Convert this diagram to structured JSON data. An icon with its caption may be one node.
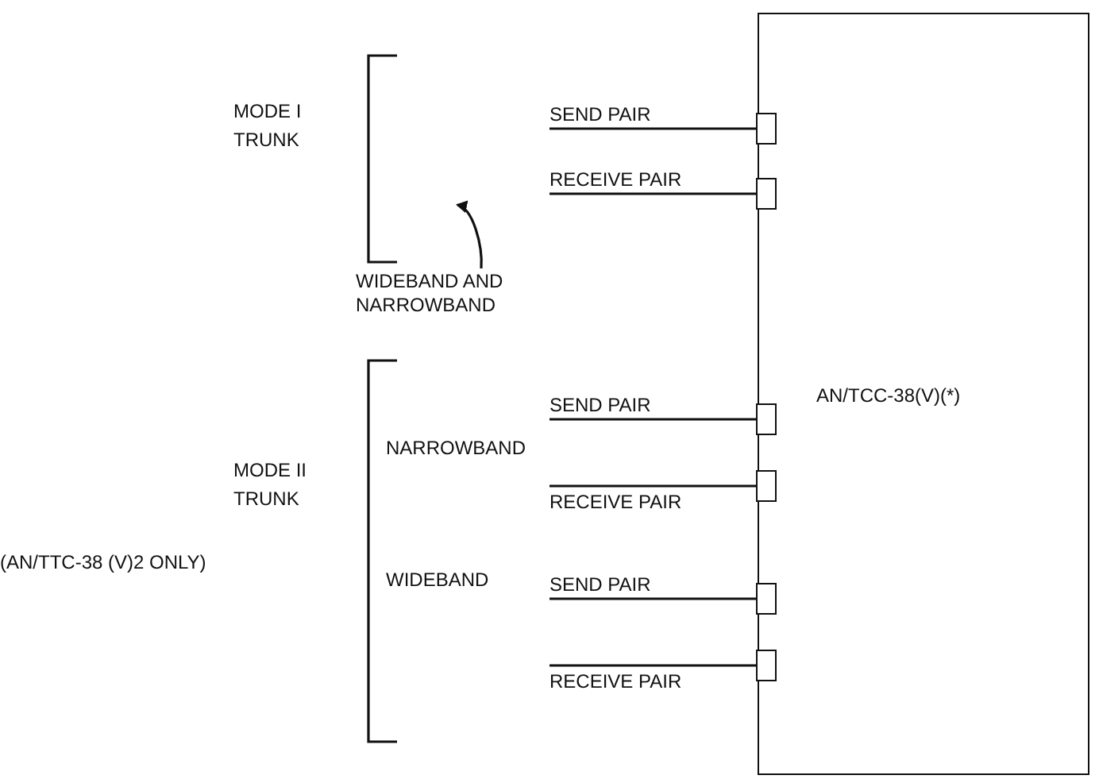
{
  "diagram": {
    "nodes": [
      {
        "text": [
          "AN/TCC-38(V)(*)"
        ]
      },
      {
        "text": [],
        "shape": "box",
        "in": 0
      },
      {
        "text": [],
        "shape": "box",
        "in": 0
      },
      {
        "text": [],
        "shape": "box",
        "in": 0
      },
      {
        "text": [],
        "shape": "box",
        "in": 0
      },
      {
        "text": [],
        "shape": "box",
        "in": 0
      },
      {
        "text": [],
        "shape": "box",
        "in": 0
      },
      {
        "text": [
          "WIDEBAND AND NARROWBAND"
        ]
      }
    ],
    "edges": [
      {
        "from": null,
        "to": 1,
        "arrow": "none",
        "label": "SEND PAIR"
      },
      {
        "from": null,
        "to": 2,
        "arrow": "none",
        "label": "RECEIVE PAIR"
      },
      {
        "from": null,
        "to": 3,
        "arrow": "none",
        "label": "SEND PAIR"
      },
      {
        "from": null,
        "to": 4,
        "arrow": "none",
        "label": "RECEIVE PAIR"
      },
      {
        "from": null,
        "to": 5,
        "arrow": "none",
        "label": "SEND PAIR"
      },
      {
        "from": null,
        "to": 6,
        "arrow": "none",
        "label": "RECEIVE PAIR"
      },
      {
        "from": 7,
        "to": null,
        "arrow": "to"
      }
    ],
    "labels": [
      "MODE I TRUNK",
      "NARROWBAND",
      "MODE II TRUNK",
      "(AN/TTC-38 (V)2 ONLY)",
      "WIDEBAND"
    ]
  }
}
